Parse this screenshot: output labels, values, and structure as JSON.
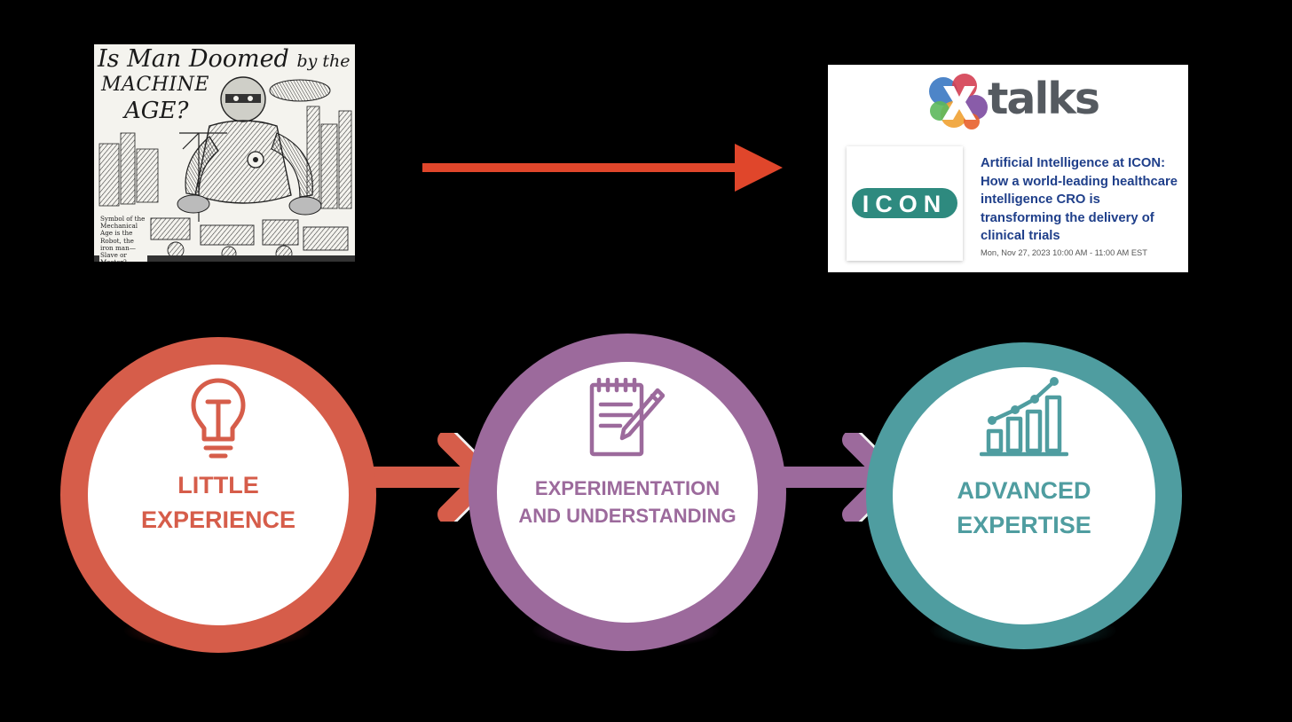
{
  "clipping": {
    "title_line1": "Is Man Doomed",
    "title_line1_suffix": "by the",
    "title_line2": "MACHINE",
    "title_line3": "AGE?",
    "caption": "Symbol of the Mechanical Age is the Robot, the iron man— Slave or Master?"
  },
  "xtalks": {
    "logo_text": "talks",
    "logo_icon": "x-logo-icon",
    "thumbnail_text": "ICON",
    "event_title": "Artificial Intelligence at ICON: How a world-leading healthcare intelligence CRO is transforming the delivery of clinical trials",
    "event_date": "Mon, Nov 27, 2023 10:00 AM - 11:00 AM EST"
  },
  "top_arrow": {
    "color": "#e0462b",
    "icon": "right-arrow-icon"
  },
  "stages": [
    {
      "label_line1": "LITTLE",
      "label_line2": "EXPERIENCE",
      "icon": "lightbulb-icon",
      "color": "#d65d4a"
    },
    {
      "label_line1": "EXPERIMENTATION",
      "label_line2": "AND UNDERSTANDING",
      "icon": "notepad-pencil-icon",
      "color": "#9c6a9c"
    },
    {
      "label_line1": "ADVANCED",
      "label_line2": "EXPERTISE",
      "icon": "growth-chart-icon",
      "color": "#4f9da0"
    }
  ]
}
